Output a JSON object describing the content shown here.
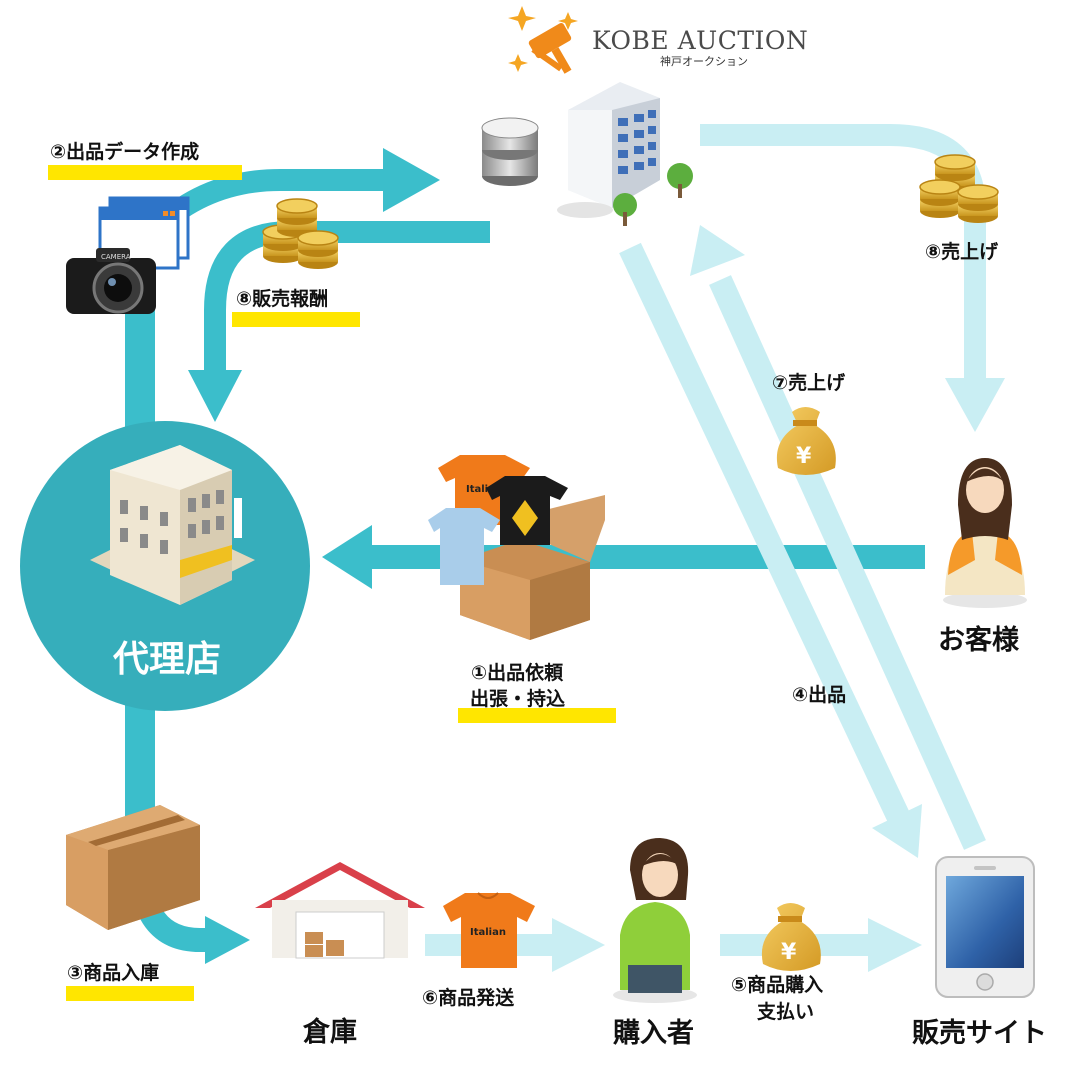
{
  "logo": {
    "name": "KOBE AUCTION",
    "sub": "神戸オークション"
  },
  "nodes": {
    "agency": "代理店",
    "customer": "お客様",
    "warehouse": "倉庫",
    "buyer": "購入者",
    "site": "販売サイト"
  },
  "steps": {
    "s1_line1": "①出品依頼",
    "s1_line2": "出張・持込",
    "s2": "②出品データ作成",
    "s3": "③商品入庫",
    "s4": "④出品",
    "s5_line1": "⑤商品購入",
    "s5_line2": "支払い",
    "s6": "⑥商品発送",
    "s7": "⑦売上げ",
    "s8_agency": "⑧販売報酬",
    "s8_customer": "⑧売上げ"
  },
  "icons": {
    "yen_symbol": "¥",
    "shirt_text": "Italian",
    "camera_text": "CAMERA"
  },
  "colors": {
    "teal": "#3bbecb",
    "light_teal": "#c9eef3",
    "highlight": "#ffe600",
    "agency_circle": "#36aebb",
    "orange": "#f07a1a",
    "box": "#c98e53",
    "roof_red": "#d9404a"
  }
}
